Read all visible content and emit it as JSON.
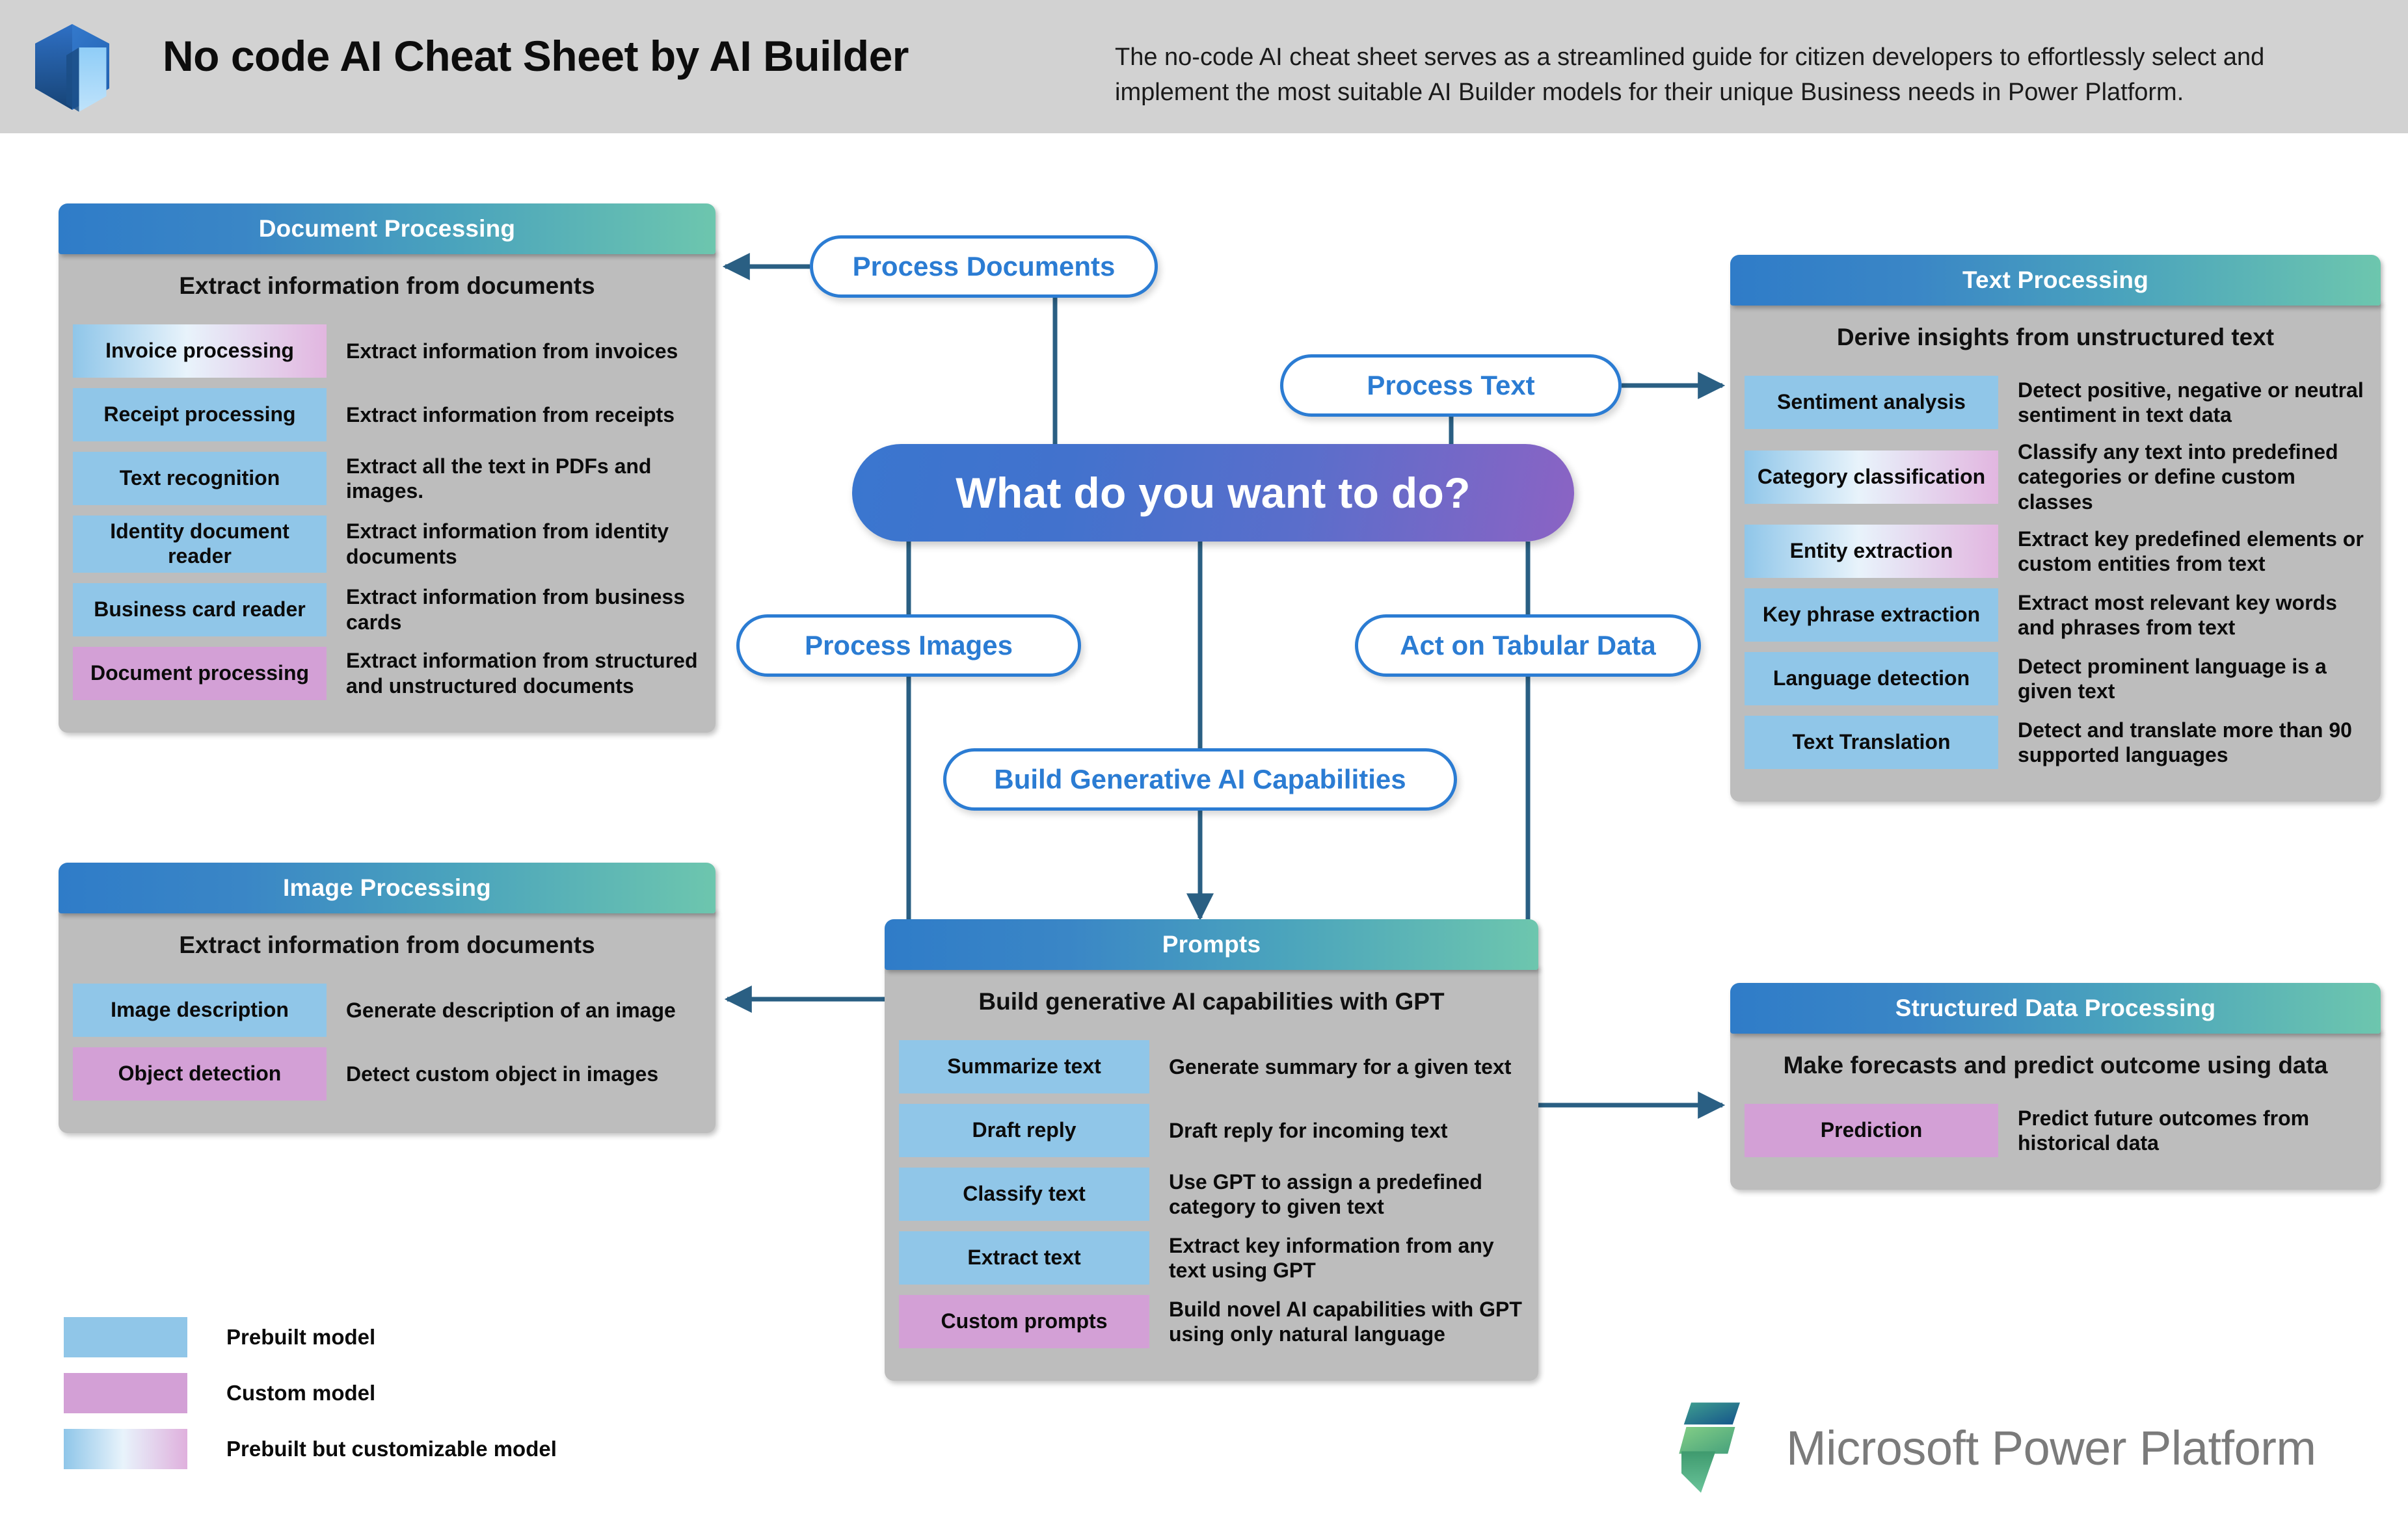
{
  "header": {
    "logo_icon": "ai-builder-hexagon-logo",
    "title": "No code AI Cheat Sheet by AI Builder",
    "subtitle": "The no-code AI cheat sheet serves as a streamlined guide for citizen developers to effortlessly select and implement the most suitable AI Builder models for their unique Business needs in Power Platform."
  },
  "hub": {
    "label": "What do you want to do?"
  },
  "pills": {
    "documents": "Process Documents",
    "text": "Process Text",
    "images": "Process Images",
    "tabular": "Act on Tabular Data",
    "genai": "Build Generative AI Capabilities"
  },
  "panels": {
    "document": {
      "title": "Document Processing",
      "subtitle": "Extract information from documents",
      "rows": [
        {
          "name": "Invoice processing",
          "type": "mixed",
          "desc": "Extract information from invoices"
        },
        {
          "name": "Receipt processing",
          "type": "prebuilt",
          "desc": "Extract information from receipts"
        },
        {
          "name": "Text  recognition",
          "type": "prebuilt",
          "desc": "Extract all the text in PDFs and images."
        },
        {
          "name": "Identity document reader",
          "type": "prebuilt",
          "desc": "Extract information from identity documents"
        },
        {
          "name": "Business card reader",
          "type": "prebuilt",
          "desc": "Extract information from business cards"
        },
        {
          "name": "Document processing",
          "type": "custom",
          "desc": "Extract information from structured and unstructured documents"
        }
      ]
    },
    "image": {
      "title": "Image Processing",
      "subtitle": "Extract information from documents",
      "rows": [
        {
          "name": "Image description",
          "type": "prebuilt",
          "desc": "Generate description of an image"
        },
        {
          "name": "Object detection",
          "type": "custom",
          "desc": "Detect custom object in images"
        }
      ]
    },
    "text": {
      "title": "Text Processing",
      "subtitle": "Derive insights from unstructured text",
      "rows": [
        {
          "name": "Sentiment analysis",
          "type": "prebuilt",
          "desc": "Detect positive, negative or neutral sentiment in text data"
        },
        {
          "name": "Category classification",
          "type": "mixed",
          "desc": "Classify any text into predefined categories or define custom classes"
        },
        {
          "name": "Entity extraction",
          "type": "mixed",
          "desc": "Extract key predefined elements or custom entities from text"
        },
        {
          "name": "Key phrase extraction",
          "type": "prebuilt",
          "desc": "Extract most relevant key words and phrases from text"
        },
        {
          "name": "Language detection",
          "type": "prebuilt",
          "desc": "Detect prominent language is a given text"
        },
        {
          "name": "Text Translation",
          "type": "prebuilt",
          "desc": "Detect and translate more than 90 supported languages"
        }
      ]
    },
    "structured": {
      "title": "Structured Data Processing",
      "subtitle": "Make forecasts and predict outcome using data",
      "rows": [
        {
          "name": "Prediction",
          "type": "custom",
          "desc": "Predict future outcomes from historical data"
        }
      ]
    },
    "prompts": {
      "title": "Prompts",
      "subtitle": "Build generative AI capabilities with GPT",
      "rows": [
        {
          "name": "Summarize text",
          "type": "prebuilt",
          "desc": "Generate summary for a given text"
        },
        {
          "name": "Draft reply",
          "type": "prebuilt",
          "desc": "Draft reply for incoming text"
        },
        {
          "name": "Classify text",
          "type": "prebuilt",
          "desc": "Use GPT to assign a predefined category to given text"
        },
        {
          "name": "Extract text",
          "type": "prebuilt",
          "desc": "Extract key information from any text using GPT"
        },
        {
          "name": "Custom prompts",
          "type": "custom",
          "desc": "Build novel AI capabilities with GPT using only natural language"
        }
      ]
    }
  },
  "legend": [
    {
      "type": "prebuilt",
      "label": "Prebuilt model"
    },
    {
      "type": "custom",
      "label": "Custom model"
    },
    {
      "type": "mixed",
      "label": "Prebuilt but customizable model"
    }
  ],
  "footer": {
    "brand_icon": "power-platform-logo",
    "brand": "Microsoft Power Platform"
  },
  "colors": {
    "header_bg": "#d2d2d2",
    "panel_head_start": "#2f7cc8",
    "panel_head_end": "#6dc6ae",
    "panel_body": "#bdbdbd",
    "hub_start": "#3a76cf",
    "hub_end": "#8b63c4",
    "pill_border": "#2b7cd3",
    "pill_text": "#2b7cd3",
    "connector": "#2a5f83",
    "prebuilt": "#90c6e8",
    "custom": "#d3a0d6",
    "brand_text": "#7b7b7b"
  }
}
